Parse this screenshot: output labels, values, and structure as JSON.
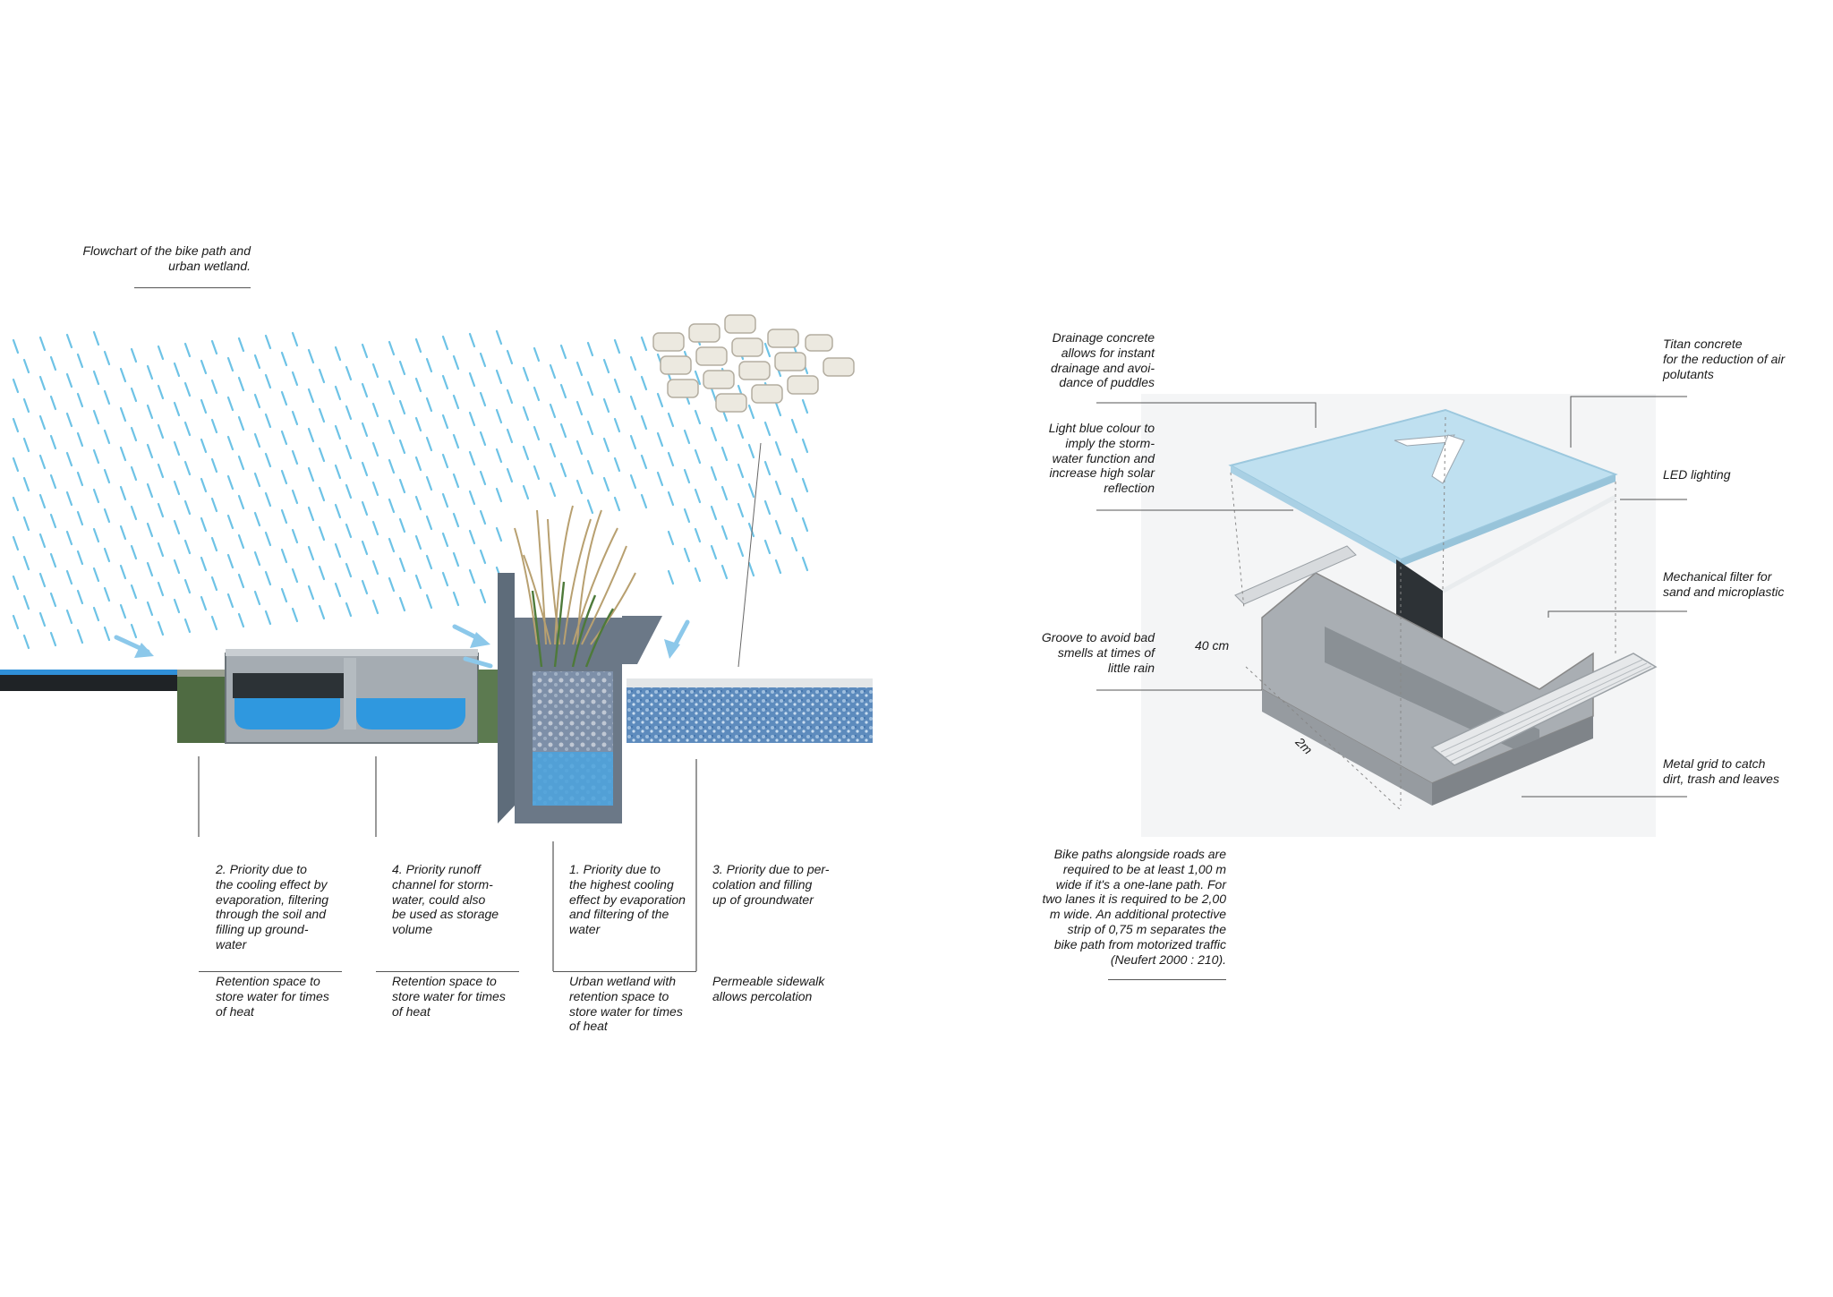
{
  "flowchart_caption": "Flowchart of the bike path and\nurban wetland.",
  "section_labels": [
    {
      "priority": "2. Priority due to\nthe cooling effect by\nevaporation, filtering\nthrough the soil and\nfilling up ground-\nwater",
      "note": "Retention space to\nstore water for times\nof heat"
    },
    {
      "priority": "4. Priority runoff\nchannel for storm-\nwater, could also\nbe used as storage\nvolume",
      "note": "Retention space to\nstore water for times\nof heat"
    },
    {
      "priority": "1. Priority due to\nthe highest cooling\neffect by evaporation\nand filtering of the\nwater",
      "note": "Urban wetland with\nretention space to\nstore water for times\nof heat"
    },
    {
      "priority": "3. Priority due to per-\ncolation and filling\nup of groundwater",
      "note": "Permeable sidewalk\nallows percolation"
    }
  ],
  "exploded_view": {
    "left_labels": [
      "Drainage concrete\nallows for instant\ndrainage and avoi-\ndance of puddles",
      "Light blue colour to\nimply the storm-\nwater function and\nincrease high solar\nreflection",
      "Groove to avoid bad\nsmells at times of\nlittle rain"
    ],
    "right_labels": [
      "Titan concrete\nfor the reduction of air\npolutants",
      "LED lighting",
      "Mechanical filter for\nsand and microplastic",
      "Metal grid to catch\ndirt, trash and leaves"
    ],
    "dim_height": "40 cm",
    "dim_length": "2m",
    "bike_path_note": "Bike paths alongside roads are\nrequired to be at least 1,00 m\nwide if it's a one-lane path. For\ntwo lanes it is required to be 2,00\nm wide. An additional protective\nstrip of  0,75 m separates the\nbike path from motorized traffic\n(Neufert 2000 : 210)."
  },
  "colors": {
    "rain": "#6ec3e6",
    "water": "#3d9fd6",
    "concrete": "#8e99a3",
    "panel": "#bfe0f0",
    "grass": "#b8a070"
  }
}
